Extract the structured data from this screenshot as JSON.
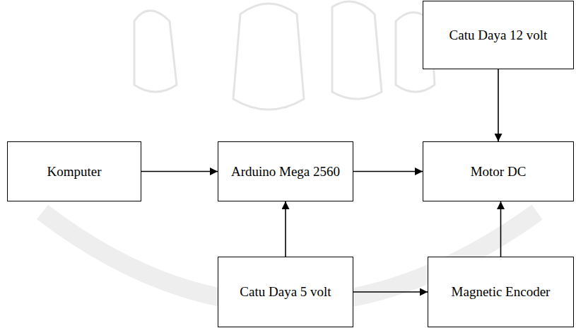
{
  "diagram": {
    "nodes": [
      {
        "text": [
          "Catu Daya 12 volt"
        ]
      },
      {
        "text": [
          "Komputer"
        ]
      },
      {
        "text": [
          "Arduino Mega 2560"
        ]
      },
      {
        "text": [
          "Motor DC"
        ]
      },
      {
        "text": [
          "Catu Daya 5 volt"
        ]
      },
      {
        "text": [
          "Magnetic Encoder"
        ]
      }
    ],
    "edges": [
      {
        "from": 0,
        "to": 3,
        "arrow": "to"
      },
      {
        "from": 1,
        "to": 2,
        "arrow": "to"
      },
      {
        "from": 2,
        "to": 3,
        "arrow": "to"
      },
      {
        "from": 4,
        "to": 2,
        "arrow": "to"
      },
      {
        "from": 4,
        "to": 5,
        "arrow": "to"
      },
      {
        "from": 5,
        "to": 3,
        "arrow": "to"
      }
    ]
  }
}
